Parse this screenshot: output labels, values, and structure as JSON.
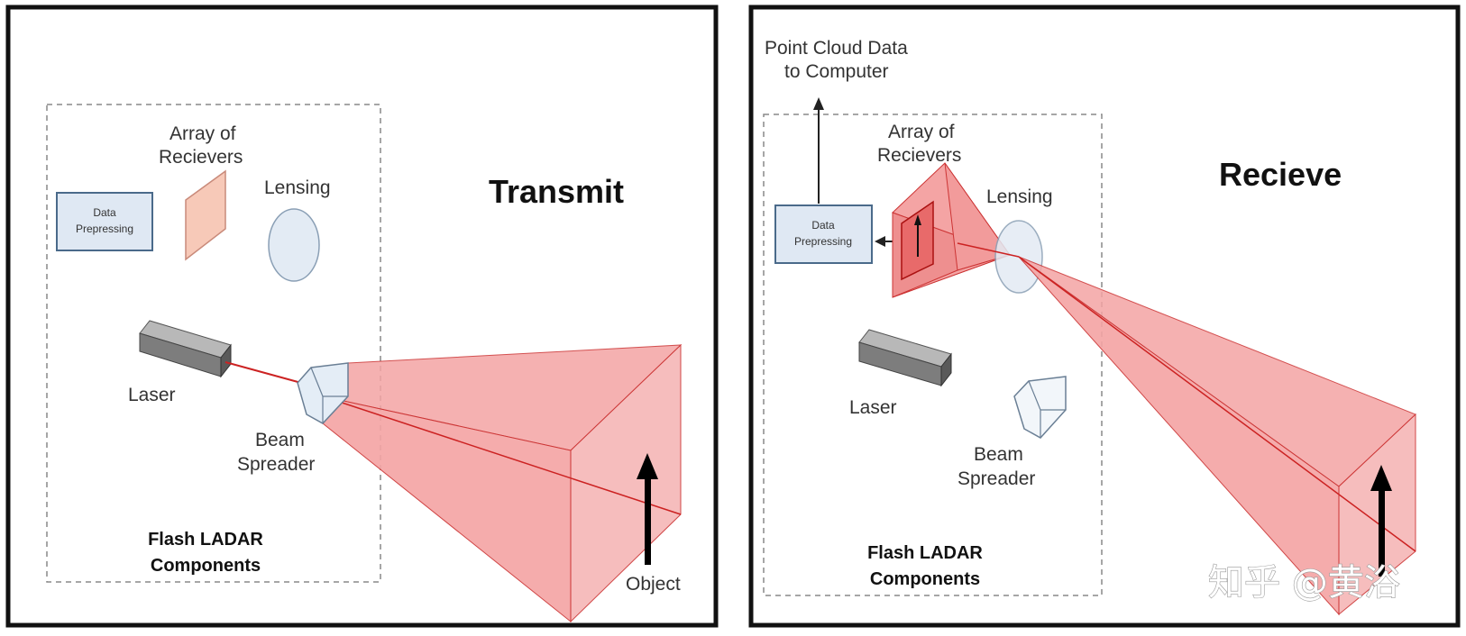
{
  "transmit": {
    "title": "Transmit",
    "array_label": [
      "Array of",
      "Recievers"
    ],
    "lensing": "Lensing",
    "data_box": [
      "Data",
      "Prepressing"
    ],
    "laser": "Laser",
    "beam_spreader": [
      "Beam",
      "Spreader"
    ],
    "components": [
      "Flash LADAR",
      "Components"
    ],
    "object": "Object"
  },
  "receive": {
    "title": "Recieve",
    "point_cloud": [
      "Point Cloud Data",
      "to Computer"
    ],
    "array_label": [
      "Array of",
      "Recievers"
    ],
    "lensing": "Lensing",
    "data_box": [
      "Data",
      "Prepressing"
    ],
    "laser": "Laser",
    "beam_spreader": [
      "Beam",
      "Spreader"
    ],
    "components": [
      "Flash LADAR",
      "Components"
    ]
  },
  "watermark": "知乎 @黄浴",
  "colors": {
    "beam_fill": "#f4a4a4",
    "beam_line": "#cc2222",
    "data_box_fill": "#dfe8f3",
    "data_box_stroke": "#4a6a8a",
    "receiver_fill": "#f7c9b8",
    "laser_fill": "#7d7d7d",
    "panel_border": "#111111"
  }
}
